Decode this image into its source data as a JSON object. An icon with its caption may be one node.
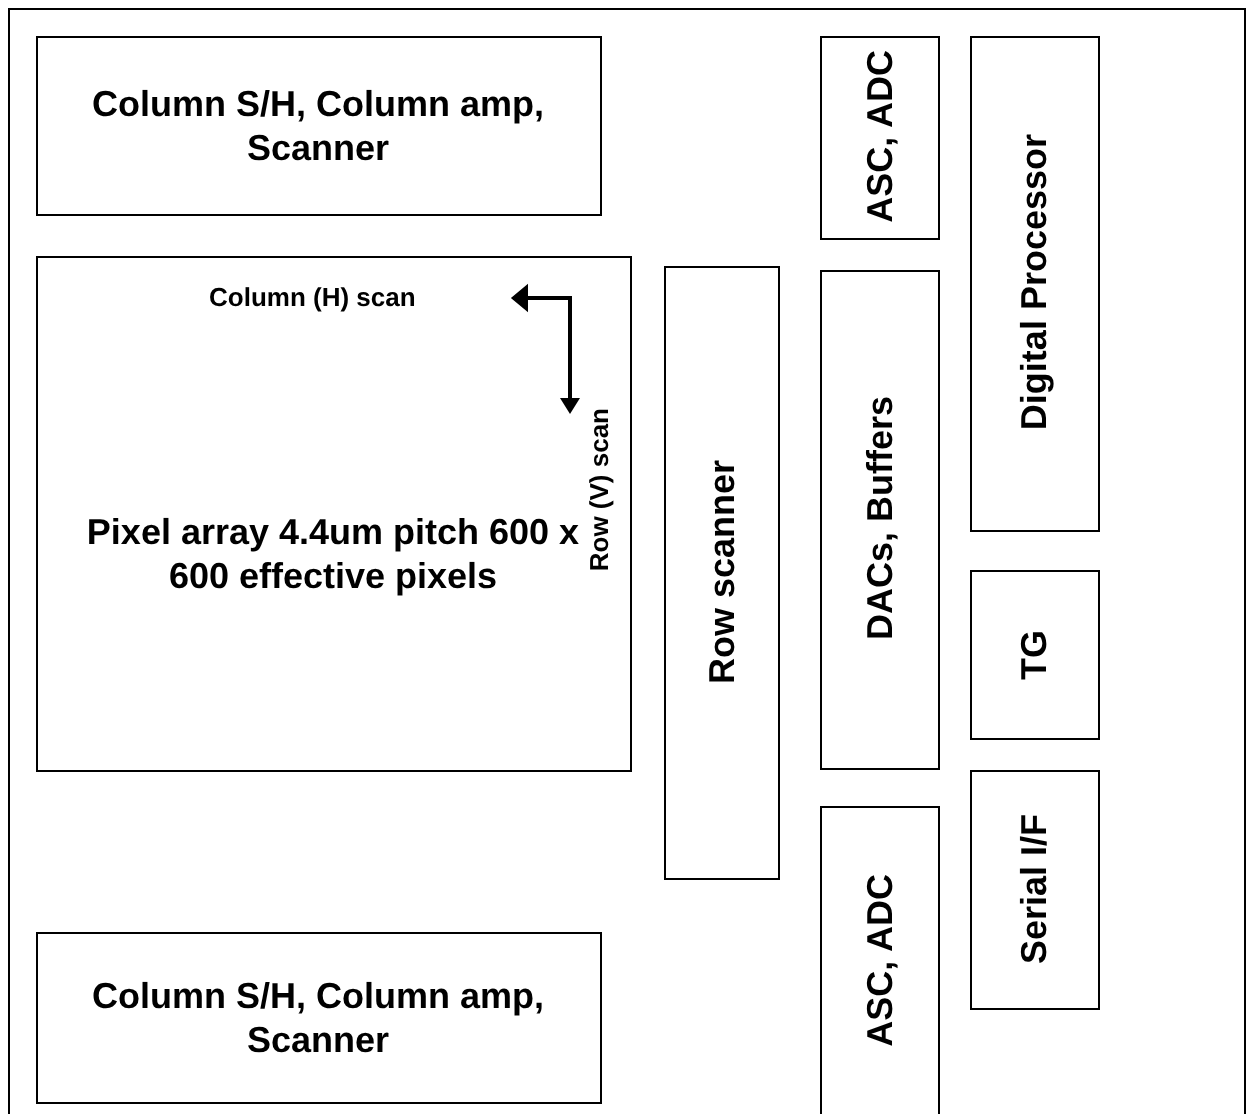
{
  "diagram": {
    "nodes": [
      {
        "text": [],
        "shape": "box"
      },
      {
        "text": [
          "Column S/H, Column amp, Scanner"
        ],
        "in": 0
      },
      {
        "text": [
          "Column (H) scan",
          "Row (V) scan",
          "Pixel array 4.4um pitch 600 x 600 effective pixels"
        ],
        "in": 0
      },
      {
        "text": [
          "Row scanner"
        ],
        "in": 0
      },
      {
        "text": [
          "Column S/H, Column amp, Scanner"
        ],
        "in": 0
      },
      {
        "text": [
          "ASC, ADC"
        ],
        "in": 0
      },
      {
        "text": [
          "DACs, Buffers"
        ],
        "in": 0
      },
      {
        "text": [
          "ASC, ADC"
        ],
        "in": 0
      },
      {
        "text": [
          "Digital Processor"
        ],
        "in": 0
      },
      {
        "text": [
          "TG"
        ],
        "in": 0
      },
      {
        "text": [
          "Serial I/F"
        ],
        "in": 0
      }
    ],
    "edges": []
  }
}
